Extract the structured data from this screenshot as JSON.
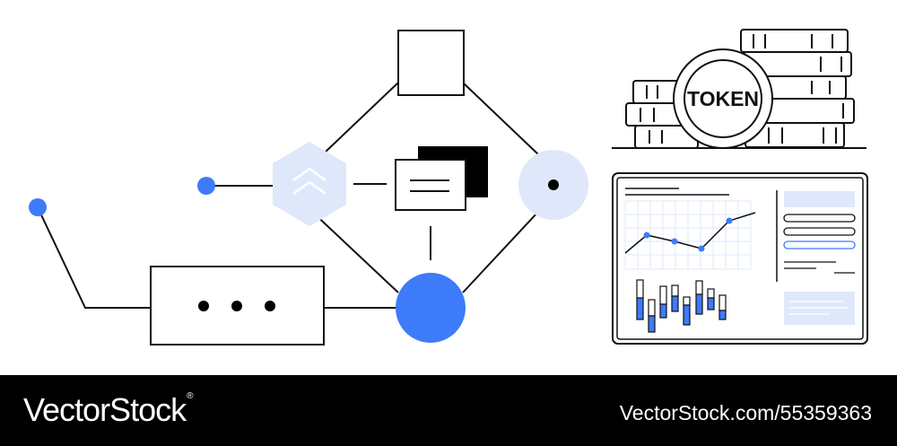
{
  "illustration": {
    "token_label": "TOKEN",
    "accent_color": "#3e7bfa",
    "light_accent_color": "#dfe8fb",
    "icons": {
      "hexagon": "double-chevron-up-icon",
      "document": "stacked-documents-icon",
      "target": "dot-circle-icon",
      "more": "ellipsis-icon"
    }
  },
  "footer": {
    "brand": "VectorStock",
    "registered_mark": "®",
    "stock_id": "VectorStock.com/55359363"
  }
}
